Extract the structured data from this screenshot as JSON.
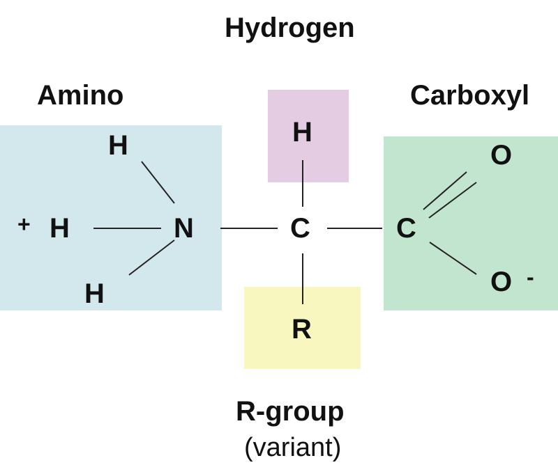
{
  "groups": {
    "hydrogen": {
      "label": "Hydrogen",
      "color": "#e4cce2"
    },
    "amino": {
      "label": "Amino",
      "color": "#d3e8ec"
    },
    "carboxyl": {
      "label": "Carboxyl",
      "color": "#c2e5cf"
    },
    "r_group": {
      "label": "R-group",
      "sublabel": "(variant)",
      "color": "#f8f7bf"
    }
  },
  "atoms": {
    "amino_h_top": "H",
    "amino_h_left": "H",
    "amino_h_bottom": "H",
    "amino_plus": "+",
    "nitrogen": "N",
    "alpha_carbon": "C",
    "alpha_hydrogen": "H",
    "r_atom": "R",
    "carboxyl_carbon": "C",
    "oxygen_double": "O",
    "oxygen_single": "O",
    "oxygen_minus": "-"
  }
}
